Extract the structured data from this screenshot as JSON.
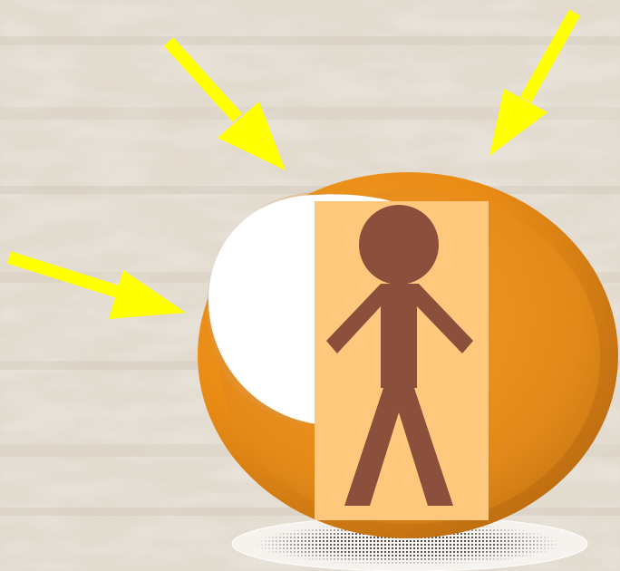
{
  "scene": {
    "subject": "stick-figure",
    "colors": {
      "background": "#e2dace",
      "sphere_light": "#f0962a",
      "sphere_dark": "#b96a10",
      "highlight": "#ffffff",
      "card": "#ffc87d",
      "figure": "#8a503c",
      "arrow": "#ffff00",
      "shadow": "#444444"
    },
    "arrows": [
      {
        "name": "arrow-upper-left",
        "direction": "down-right"
      },
      {
        "name": "arrow-upper-right",
        "direction": "down-left"
      },
      {
        "name": "arrow-left",
        "direction": "right"
      }
    ]
  }
}
